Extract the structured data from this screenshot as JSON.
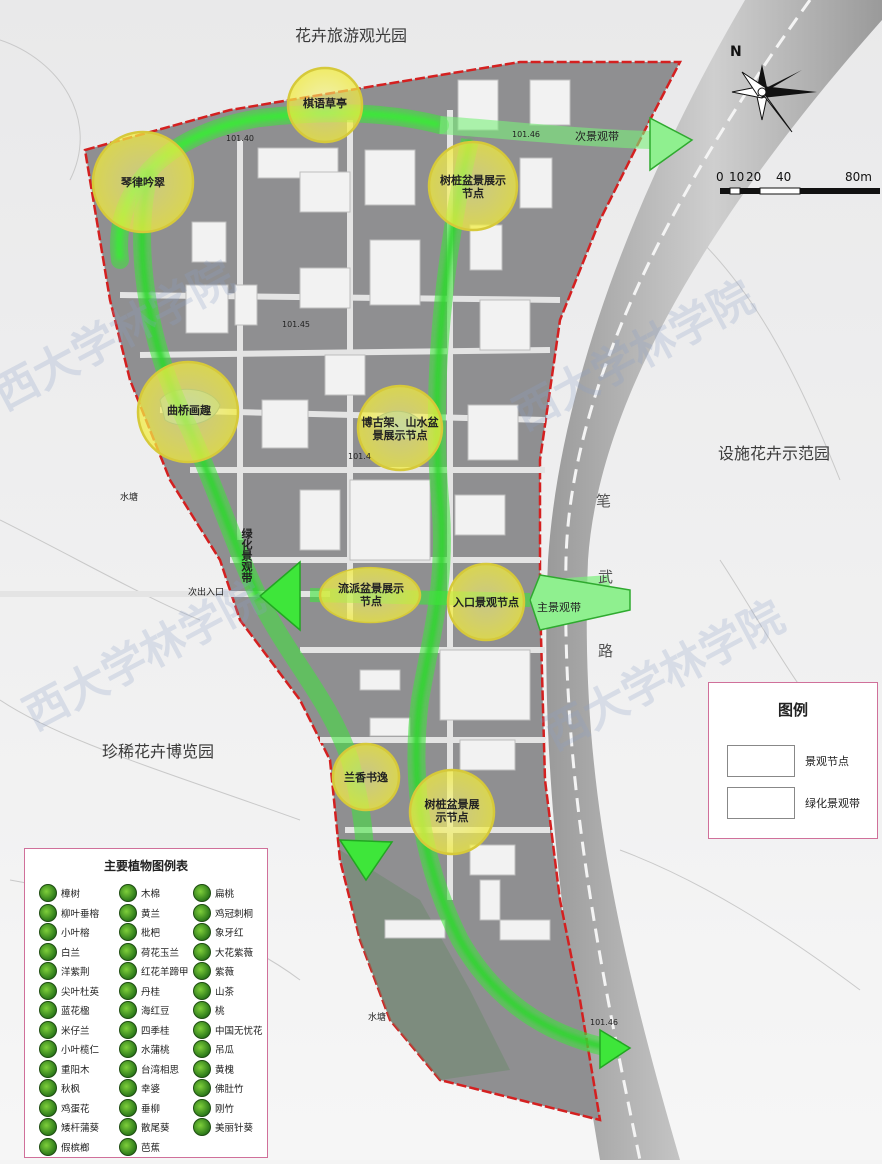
{
  "areas": {
    "north": "花卉旅游观光园",
    "east": "设施花卉示范园",
    "west": "珍稀花卉博览园"
  },
  "water": [
    "水塘",
    "水塘"
  ],
  "entrance": "次出入口",
  "nodes": [
    {
      "name": "琴律吟翠"
    },
    {
      "name": "棋语草亭"
    },
    {
      "name": "树桩盆景展示节点"
    },
    {
      "name": "曲桥画趣"
    },
    {
      "name": "博古架、山水盆景展示节点"
    },
    {
      "name": "流派盆景展示节点"
    },
    {
      "name": "入口景观节点"
    },
    {
      "name": "兰香书逸"
    },
    {
      "name": "树桩盆景展示节点"
    }
  ],
  "bands": {
    "secondary": "次景观带",
    "main": "主景观带",
    "green": "绿化景观带"
  },
  "road_chars": [
    "笔",
    "武",
    "路"
  ],
  "elevations": [
    "101.46",
    "101.40",
    "101.45",
    "101.46",
    "101.4"
  ],
  "compass": {
    "north": "N"
  },
  "scale": {
    "ticks": [
      "0",
      "10",
      "20",
      "40",
      "80m"
    ]
  },
  "legend": {
    "title": "图例",
    "items": [
      {
        "label": "景观节点",
        "icon": "yellow-circle-icon"
      },
      {
        "label": "绿化景观带",
        "icon": "green-arrow-icon"
      }
    ]
  },
  "plant_legend": {
    "title": "主要植物图例表",
    "columns": [
      [
        "樟树",
        "柳叶垂榕",
        "小叶榕",
        "白兰",
        "洋紫荆",
        "尖叶杜英",
        "蓝花楹",
        "米仔兰",
        "小叶榄仁",
        "重阳木",
        "秋枫",
        "鸡蛋花",
        "矮杆蒲葵",
        "假槟榔"
      ],
      [
        "木棉",
        "黄兰",
        "枇杷",
        "荷花玉兰",
        "红花羊蹄甲",
        "丹桂",
        "海红豆",
        "四季桂",
        "水蒲桃",
        "台湾相思",
        "幸婆",
        "垂柳",
        "散尾葵",
        "芭蕉"
      ],
      [
        "扁桃",
        "鸡冠刺桐",
        "象牙红",
        "大花紫薇",
        "紫薇",
        "山茶",
        "桃",
        "中国无忧花",
        "吊瓜",
        "黄槐",
        "佛肚竹",
        "刚竹",
        "美丽针葵"
      ]
    ]
  },
  "watermark": "西大学林学院",
  "colors": {
    "band_green": "#3ee63a",
    "node_yellow": "#f3ef6a",
    "site_boundary": "#d42020"
  }
}
